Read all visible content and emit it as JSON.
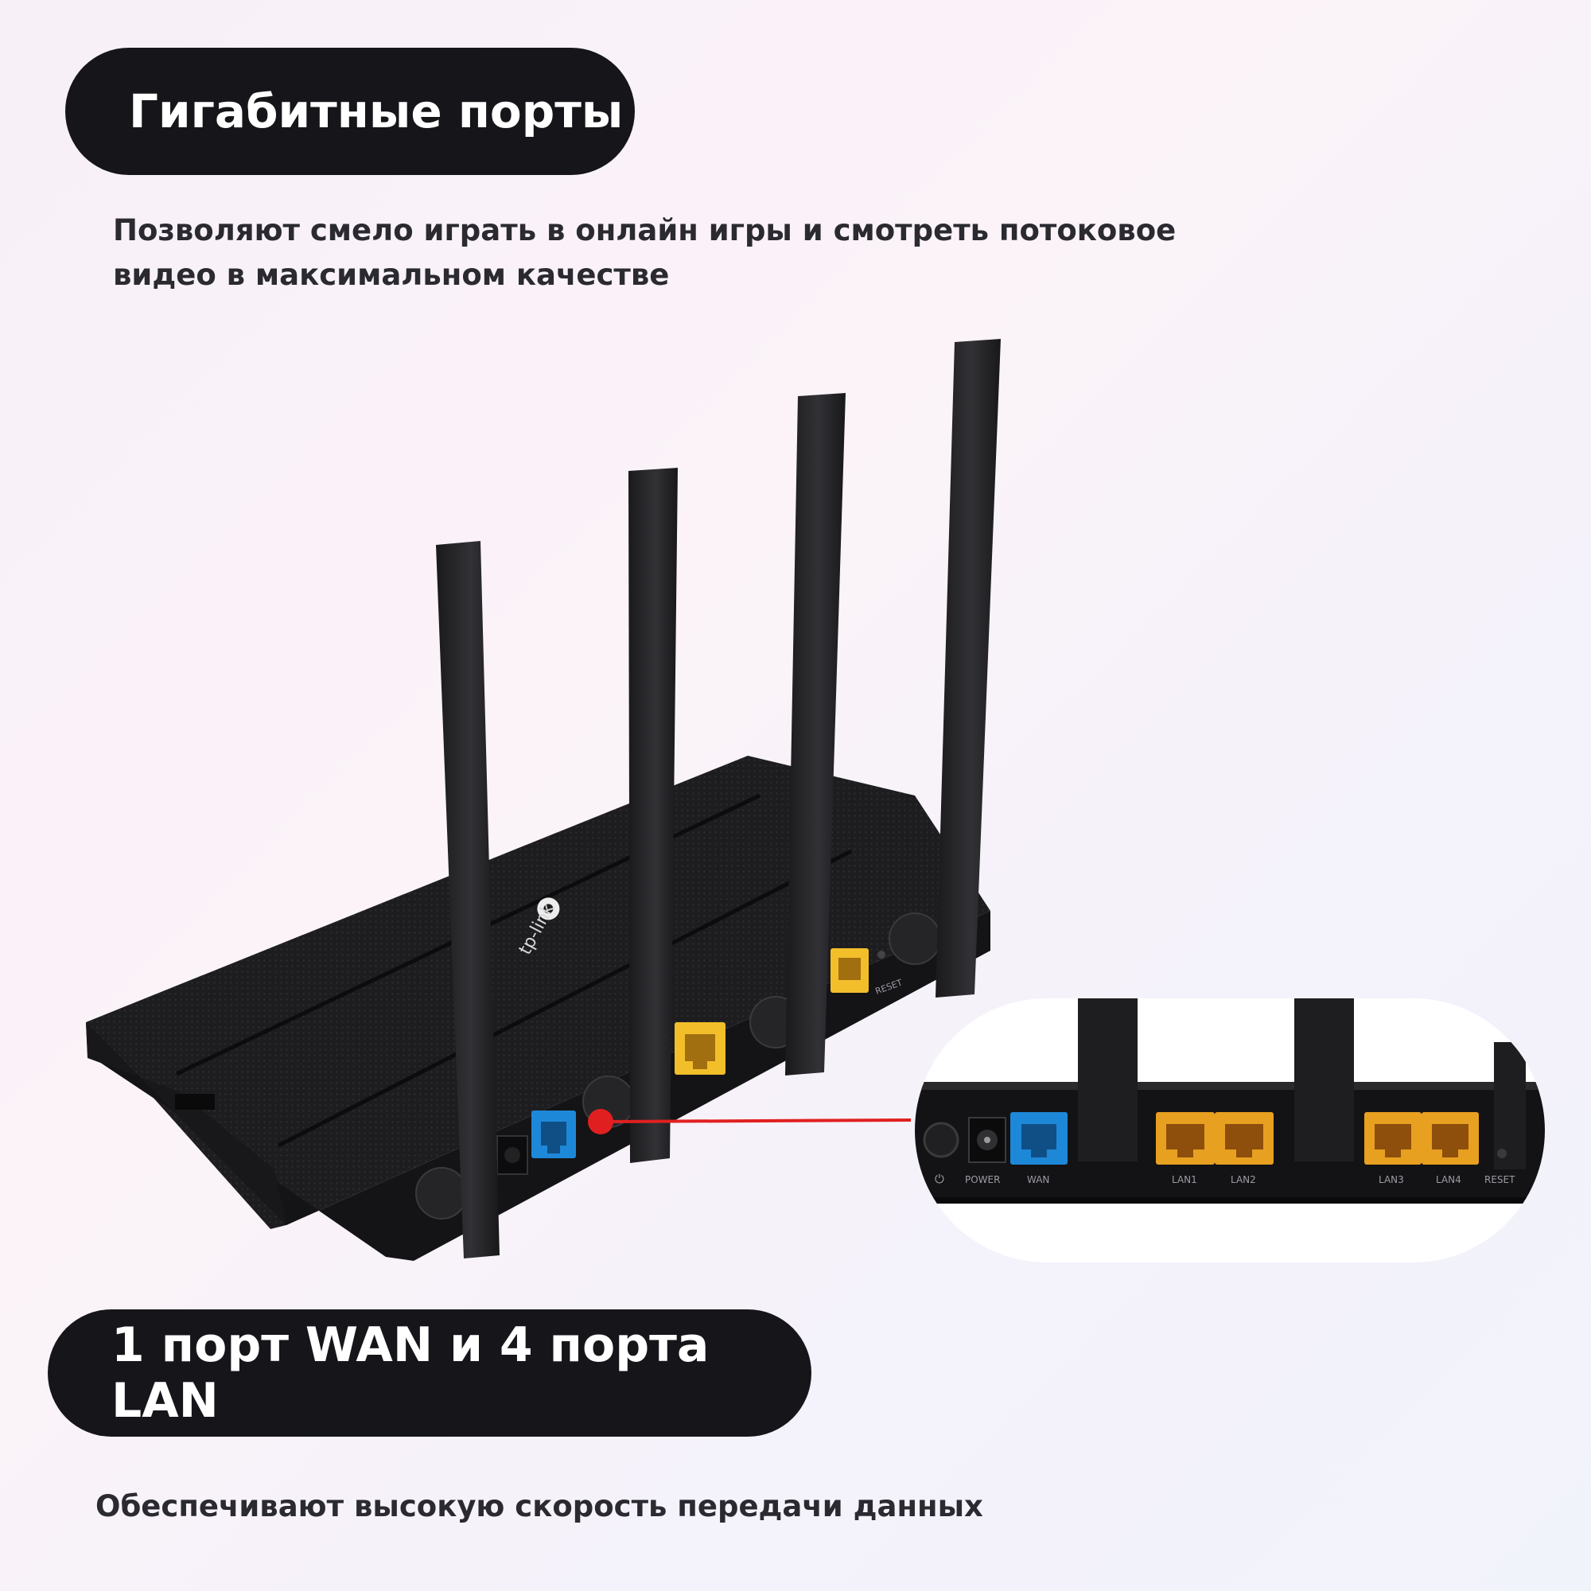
{
  "section1": {
    "title": "Гигабитные порты",
    "description_lines": [
      "Позволяют смело играть в онлайн игры и смотреть потоковое",
      "видео в максимальном качестве"
    ]
  },
  "section2": {
    "title": "1 порт WAN и 4 порта LAN",
    "description": "Обеспечивают высокую скорость передачи данных"
  },
  "router": {
    "brand_logo": "tp-link",
    "reset_label": "RESET"
  },
  "zoom_panel": {
    "port_labels": [
      "POWER",
      "WAN",
      "LAN1",
      "LAN2",
      "LAN3",
      "LAN4",
      "RESET"
    ]
  },
  "colors": {
    "pill_bg": "#15151a",
    "wan_port": "#1e88d8",
    "lan_port": "#e8a020",
    "router_body": "#1c1c1f",
    "callout_line": "#e02020"
  }
}
